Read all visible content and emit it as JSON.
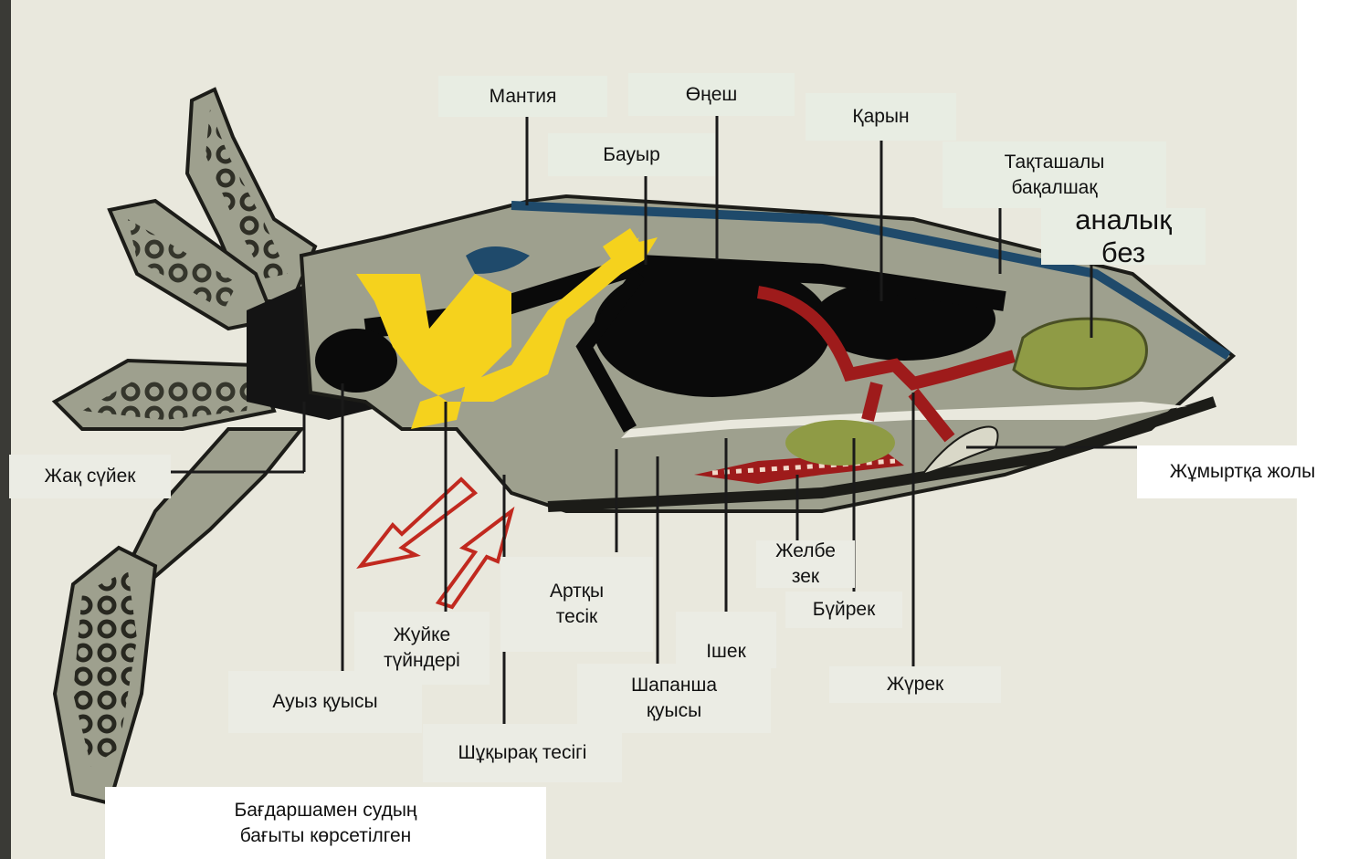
{
  "labels": {
    "mantiya": "Мантия",
    "onesh": "Өңеш",
    "qaryn": "Қарын",
    "bauyr": "Бауыр",
    "taqtashaly": [
      "Тақташалы",
      "бақалшақ"
    ],
    "analyq_bez": [
      "аналық",
      "без"
    ],
    "zhaq_suyek": "Жақ сүйек",
    "zhumyrtqa_zholy": "Жұмыртқа жолы",
    "zhelbezek": [
      "Желбе",
      "зек"
    ],
    "buyrek": "Бүйрек",
    "artqy_tesik": [
      "Артқы",
      "тесік"
    ],
    "zhuike": [
      "Жуйке",
      "түйндері"
    ],
    "ishek": "Ішек",
    "shapansha": [
      "Шапанша",
      "қуысы"
    ],
    "zhurek": "Жүрек",
    "auyz": "Ауыз қуысы",
    "shuqyraq": "Шұқырақ тесігі",
    "caption": [
      "Бағдаршамен судың",
      "бағыты көрсетілген"
    ]
  },
  "colors": {
    "background_paper": "#e9e8dd",
    "body_fill": "#9ea08e",
    "organ_black": "#0a0a0a",
    "nerve_yellow": "#f5d21d",
    "heart_red": "#9e1b1b",
    "gonad_green": "#8f9b45",
    "shell_blue": "#1f4a6b",
    "arrow_red": "#c1291f"
  }
}
